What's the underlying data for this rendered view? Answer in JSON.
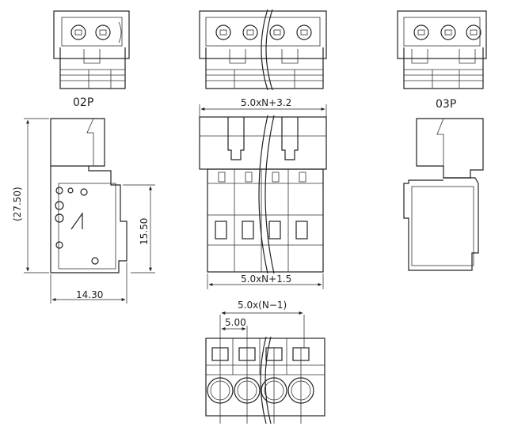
{
  "views": {
    "top_left_label": "02P",
    "top_right_label": "03P"
  },
  "dimensions": {
    "front_top_width": "5.0xN+3.2",
    "front_bottom_width": "5.0xN+1.5",
    "side_height_total": "(27.50)",
    "side_height_partial": "15.50",
    "side_width": "14.30",
    "pitch_total": "5.0x(N−1)",
    "pitch": "5.00"
  },
  "colors": {
    "line": "#222222",
    "background": "#ffffff"
  }
}
